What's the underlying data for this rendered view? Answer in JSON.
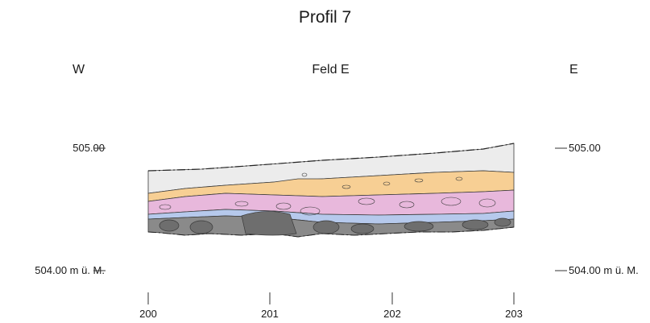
{
  "title": "Profil 7",
  "orientation": {
    "west": "W",
    "center": "Feld E",
    "east": "E"
  },
  "elevation_labels": {
    "upper_left": "505.00",
    "lower_left": "504.00 m ü. M.",
    "upper_right": "505.00",
    "lower_right": "504.00 m ü. M."
  },
  "x_ticks": [
    "200",
    "201",
    "202",
    "203"
  ],
  "colors": {
    "topsoil": "#ececec",
    "sand_layer": "#f7cf94",
    "pink_layer": "#e8b8dc",
    "blue_layer": "#b6c9ec",
    "gravel_base": "#8a8a8a",
    "outline": "#3a3a3a"
  }
}
